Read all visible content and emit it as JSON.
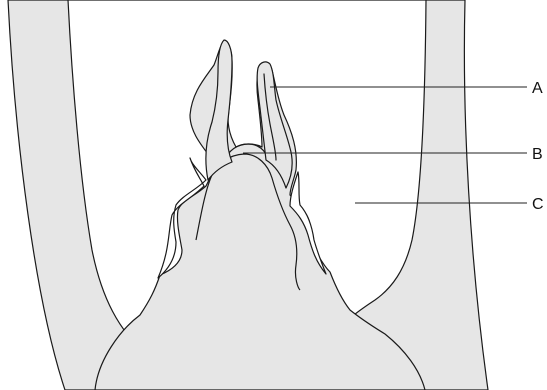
{
  "labels": {
    "a": "A",
    "b": "B",
    "c": "C"
  },
  "colors": {
    "tissue_fill": "#e6e6e6",
    "outline": "#1a1a1a",
    "background": "#ffffff"
  }
}
